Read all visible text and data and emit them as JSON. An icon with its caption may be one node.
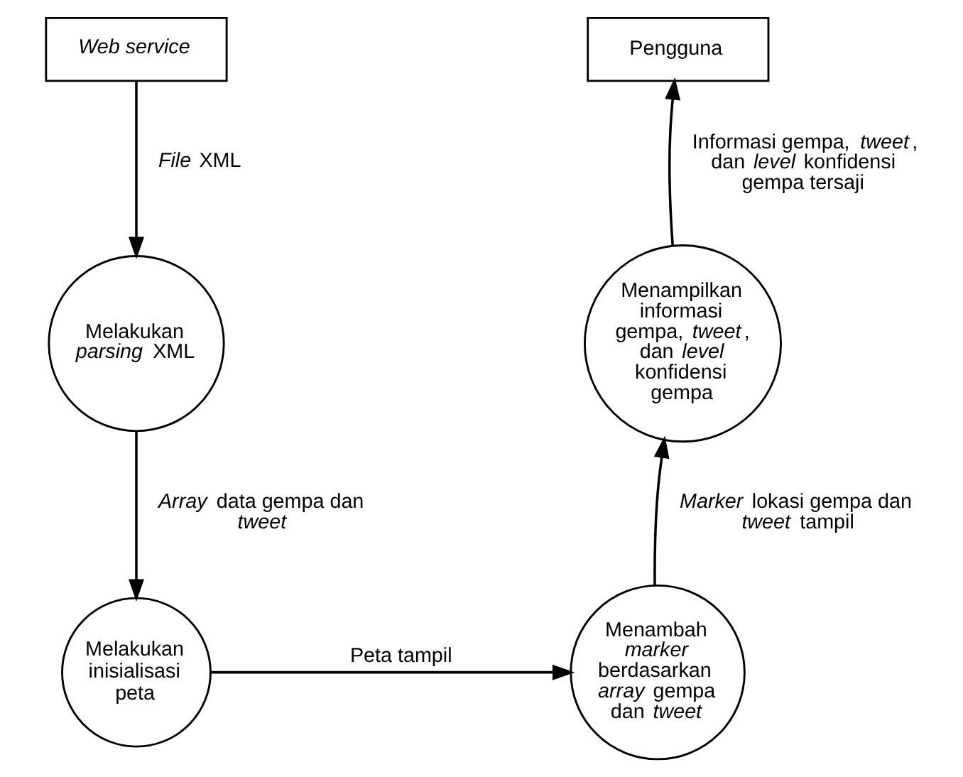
{
  "diagram": {
    "nodes": [
      {
        "text": [
          "Web service"
        ]
      },
      {
        "text": [
          "Melakukan *parsing* XML"
        ]
      },
      {
        "text": [
          "Melakukan inisialisasi peta"
        ]
      },
      {
        "text": [
          "Menambah *marker* berdasarkan *array* gempa dan *tweet*"
        ]
      },
      {
        "text": [
          "Menampilkan informasi gempa, *tweet*, dan *level* konfidensi gempa"
        ]
      },
      {
        "text": [
          "Pengguna"
        ]
      }
    ],
    "edges": [
      {
        "from": 0,
        "to": 1,
        "arrow": "to",
        "label": "*File* XML"
      },
      {
        "from": 1,
        "to": 2,
        "arrow": "to",
        "label": "*Array* data gempa dan *tweet*"
      },
      {
        "from": 2,
        "to": 3,
        "arrow": "to",
        "label": "Peta tampil"
      },
      {
        "from": 3,
        "to": 4,
        "arrow": "to",
        "label": "*Marker* lokasi gempa dan *tweet* tampil"
      },
      {
        "from": 4,
        "to": 5,
        "arrow": "to",
        "label": "Informasi gempa, *tweet*, dan *level* konfidensi gempa tersaji"
      }
    ]
  }
}
